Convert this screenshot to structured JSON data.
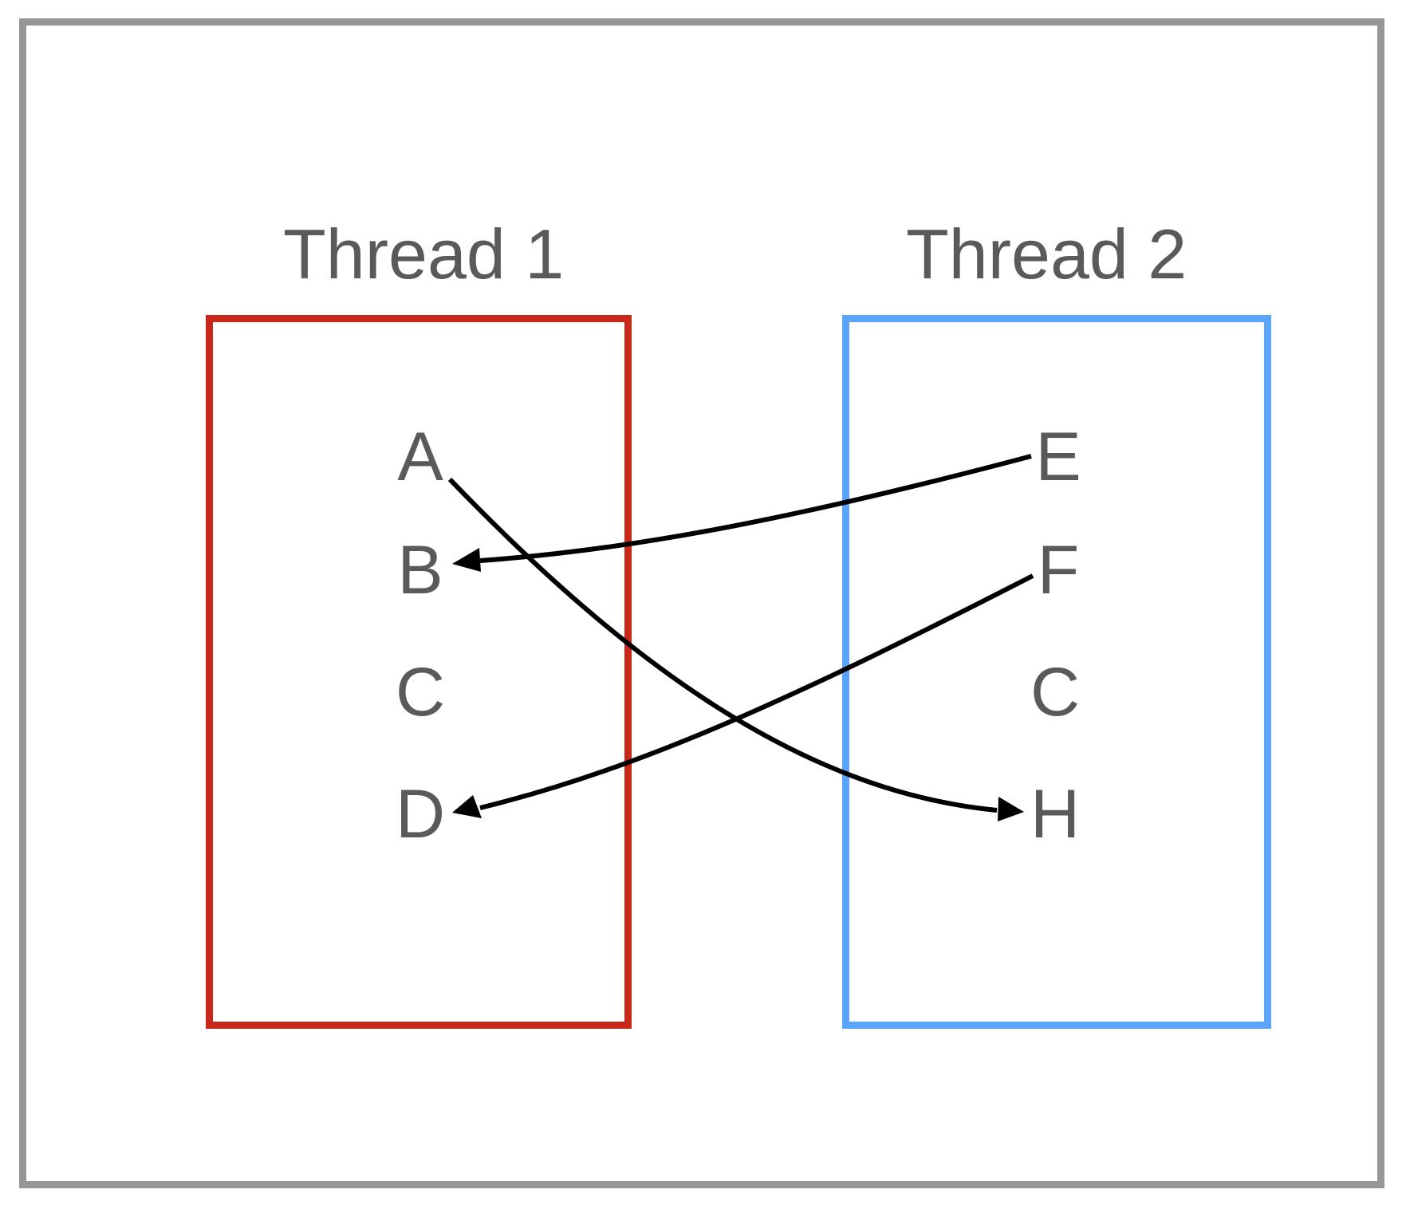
{
  "threads": [
    {
      "title": "Thread 1",
      "color": "#c8281a",
      "steps": [
        "A",
        "B",
        "C",
        "D"
      ]
    },
    {
      "title": "Thread 2",
      "color": "#5ba4fb",
      "steps": [
        "E",
        "F",
        "C",
        "H"
      ]
    }
  ],
  "arrows": [
    {
      "from": "A",
      "to": "H"
    },
    {
      "from": "E",
      "to": "B"
    },
    {
      "from": "F",
      "to": "D"
    }
  ],
  "colors": {
    "frame": "#969696",
    "text": "#5a5a5a",
    "arrow": "#000000"
  }
}
